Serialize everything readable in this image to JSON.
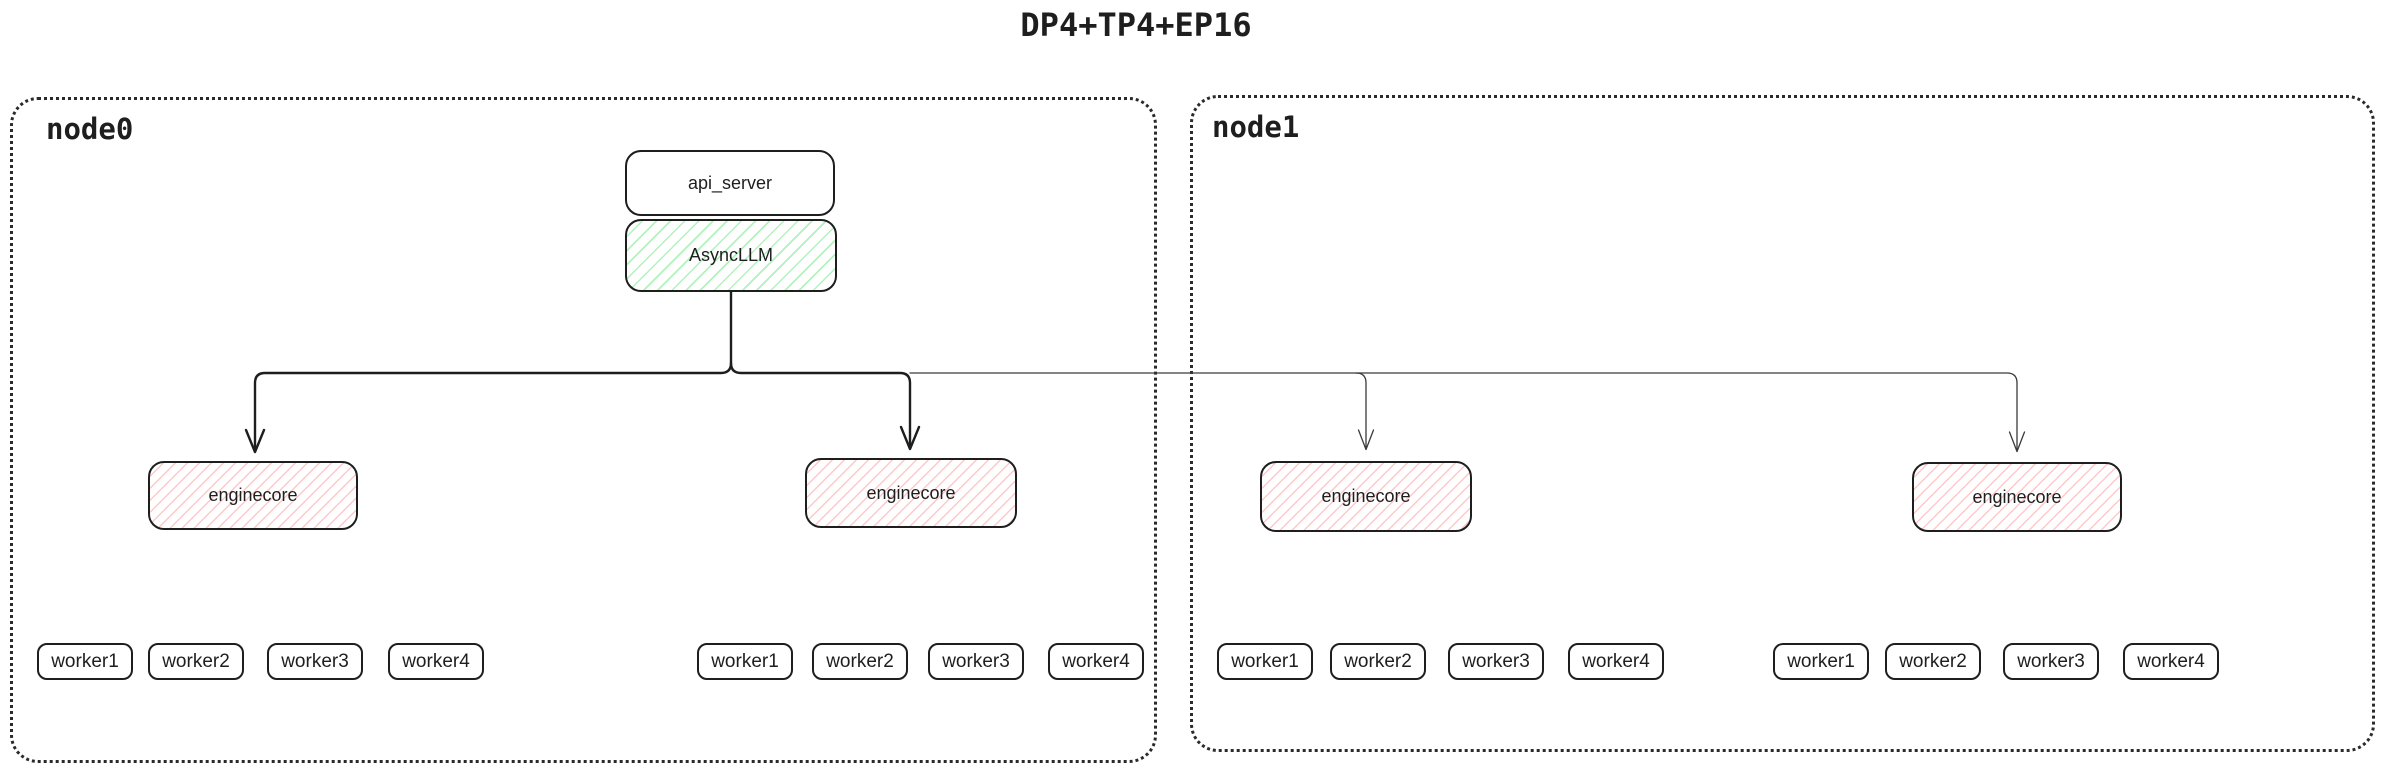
{
  "title": "DP4+TP4+EP16",
  "colors": {
    "stroke": "#1e1e1e",
    "asyncllm_hatch": "#b2f2bb",
    "enginecore_hatch": "#ffc9c9",
    "background": "#ffffff"
  },
  "node0": {
    "label": "node0",
    "api_server_label": "api_server",
    "asyncllm_label": "AsyncLLM",
    "enginecores": [
      {
        "label": "enginecore",
        "workers": [
          "worker1",
          "worker2",
          "worker3",
          "worker4"
        ]
      },
      {
        "label": "enginecore",
        "workers": [
          "worker1",
          "worker2",
          "worker3",
          "worker4"
        ]
      }
    ]
  },
  "node1": {
    "label": "node1",
    "enginecores": [
      {
        "label": "enginecore",
        "workers": [
          "worker1",
          "worker2",
          "worker3",
          "worker4"
        ]
      },
      {
        "label": "enginecore",
        "workers": [
          "worker1",
          "worker2",
          "worker3",
          "worker4"
        ]
      }
    ]
  }
}
